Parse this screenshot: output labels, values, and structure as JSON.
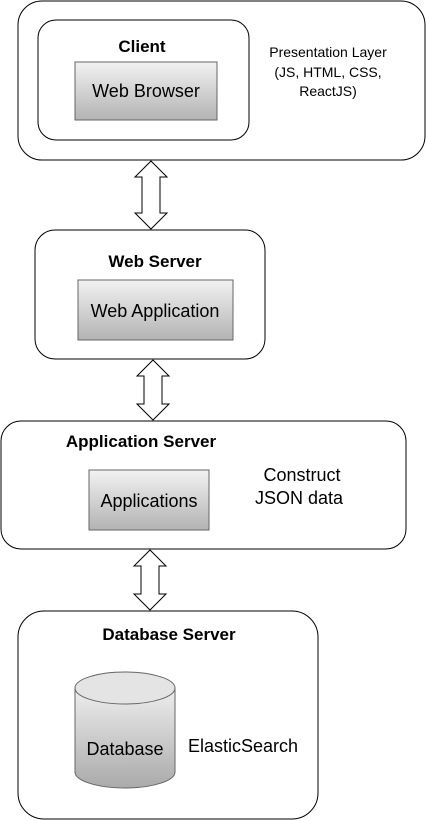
{
  "tiers": {
    "client": {
      "title": "Client",
      "component": "Web Browser",
      "note_lines": [
        "Presentation Layer",
        "(JS, HTML, CSS,",
        "ReactJS)"
      ]
    },
    "web_server": {
      "title": "Web Server",
      "component": "Web Application"
    },
    "app_server": {
      "title": "Application Server",
      "component": "Applications",
      "note_lines": [
        "Construct",
        "JSON data"
      ]
    },
    "db_server": {
      "title": "Database Server",
      "component": "Database",
      "note": "ElasticSearch"
    }
  },
  "colors": {
    "stroke": "#000000",
    "gradient_top": "#f2f2f2",
    "gradient_bottom": "#b3b3b3",
    "inner_stroke": "#666666"
  },
  "icons": [
    "double-arrow-icon",
    "database-cylinder-icon"
  ]
}
